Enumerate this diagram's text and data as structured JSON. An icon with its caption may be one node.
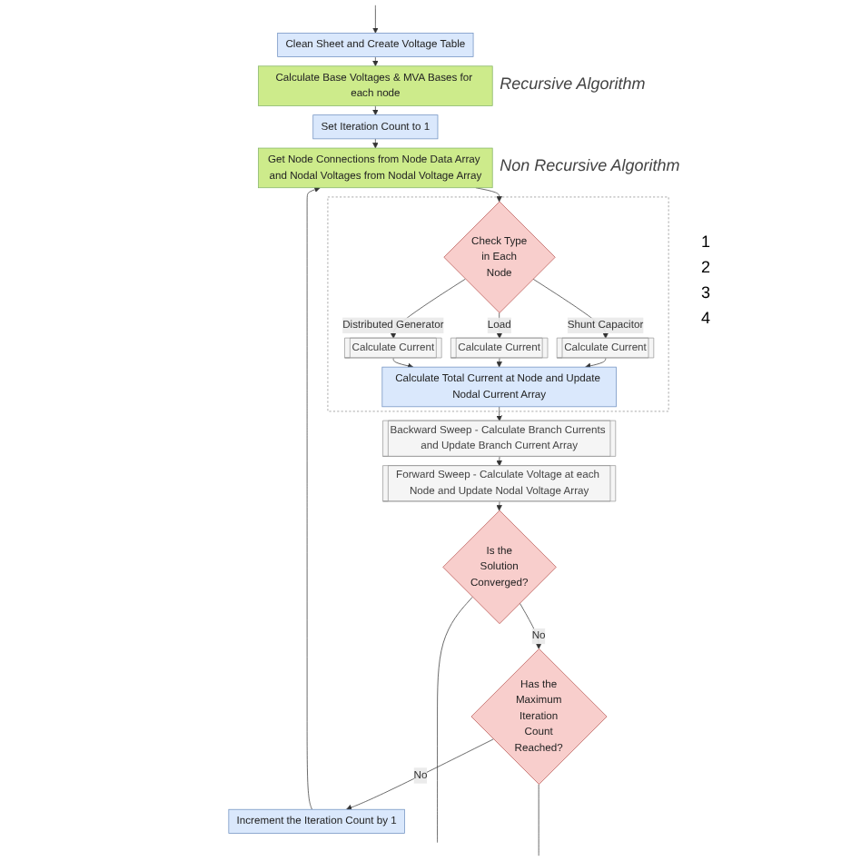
{
  "diagram": {
    "nodes": [
      {
        "text": [
          "Clean Sheet and Create Voltage Table"
        ]
      },
      {
        "text": [
          "Calculate Base Voltages & MVA Bases for each node"
        ],
        "beside": [
          "Recursive Algorithm"
        ]
      },
      {
        "text": [
          "Set Iteration Count to 1"
        ]
      },
      {
        "text": [
          "Get Node Connections from Node Data Array and Nodal Voltages from Nodal Voltage Array"
        ],
        "beside": [
          "Non Recursive Algorithm"
        ]
      },
      {
        "text": [],
        "shape": "box"
      },
      {
        "text": [
          "Check Type in Each Node"
        ],
        "in": 4
      },
      {
        "text": [
          "Calculate Current"
        ],
        "in": 4
      },
      {
        "text": [
          "Calculate Current"
        ],
        "in": 4
      },
      {
        "text": [
          "Calculate Current"
        ],
        "in": 4
      },
      {
        "text": [
          "Calculate Total Current at Node and Update Nodal Current Array"
        ],
        "in": 4
      },
      {
        "text": [
          "Backward Sweep - Calculate Branch Currents and Update Branch Current Array"
        ]
      },
      {
        "text": [
          "Forward Sweep - Calculate Voltage at each Node and Update Nodal Voltage Array"
        ]
      },
      {
        "text": [
          "Is the Solution Converged?"
        ]
      },
      {
        "text": [
          "Has the Maximum Iteration Count Reached?"
        ]
      },
      {
        "text": [
          "Increment the Iteration Count by 1"
        ]
      }
    ],
    "edges": [
      {
        "from": null,
        "to": 0,
        "arrow": "to"
      },
      {
        "from": 0,
        "to": 1,
        "arrow": "to"
      },
      {
        "from": 1,
        "to": 2,
        "arrow": "to"
      },
      {
        "from": 2,
        "to": 3,
        "arrow": "to"
      },
      {
        "from": 3,
        "to": 5,
        "arrow": "to"
      },
      {
        "from": 5,
        "to": 6,
        "arrow": "to",
        "label": "Shunt Capacitor"
      },
      {
        "from": 5,
        "to": 7,
        "arrow": "to",
        "label": "Load"
      },
      {
        "from": 5,
        "to": 8,
        "arrow": "to",
        "label": "Distributed Generator"
      },
      {
        "from": 6,
        "to": 9,
        "arrow": "to"
      },
      {
        "from": 7,
        "to": 9,
        "arrow": "to"
      },
      {
        "from": 8,
        "to": 9,
        "arrow": "to"
      },
      {
        "from": 9,
        "to": 10,
        "arrow": "to"
      },
      {
        "from": 10,
        "to": 11,
        "arrow": "to"
      },
      {
        "from": 11,
        "to": 12,
        "arrow": "to"
      },
      {
        "from": 12,
        "to": 13,
        "arrow": "to",
        "label": "No"
      },
      {
        "from": 13,
        "to": 14,
        "arrow": "to",
        "label": "No"
      },
      {
        "from": 14,
        "to": 3,
        "arrow": "to"
      },
      {
        "from": 12,
        "to": null,
        "arrow": "none"
      },
      {
        "from": 13,
        "to": null,
        "arrow": "none"
      }
    ],
    "labels": [
      "1",
      "2",
      "3",
      "4"
    ]
  }
}
